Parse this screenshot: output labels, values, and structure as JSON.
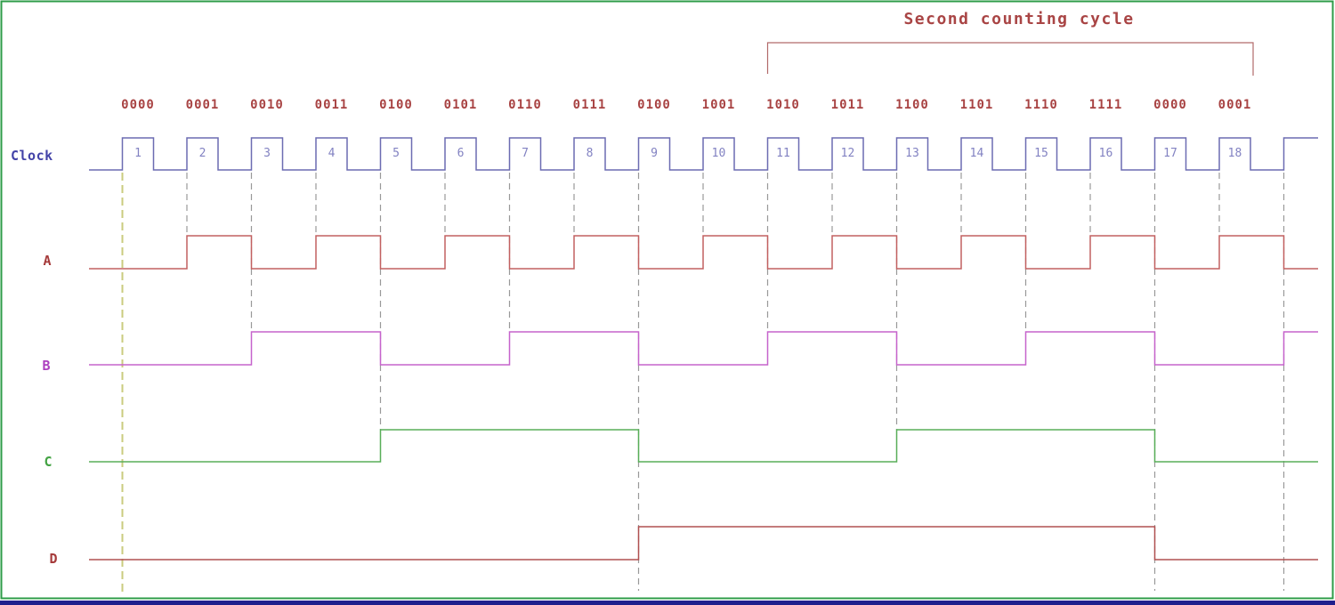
{
  "title": "Second counting cycle",
  "clock": {
    "label": "Clock"
  },
  "binary_labels": [
    "0000",
    "0001",
    "0010",
    "0011",
    "0100",
    "0101",
    "0110",
    "0111",
    "0100",
    "1001",
    "1010",
    "1011",
    "1100",
    "1101",
    "1110",
    "1111",
    "0000",
    "0001"
  ],
  "pulse_numbers": [
    "1",
    "2",
    "3",
    "4",
    "5",
    "6",
    "7",
    "8",
    "9",
    "10",
    "11",
    "12",
    "13",
    "14",
    "15",
    "16",
    "17",
    "18"
  ],
  "bracket": {
    "from_pulse": 11,
    "to_pulse_fall": 18
  },
  "signals": [
    {
      "name": "A",
      "line_color": "#C26060",
      "label_color": "#A53A3A",
      "high_pulses": [
        [
          2,
          3
        ],
        [
          4,
          5
        ],
        [
          6,
          7
        ],
        [
          8,
          9
        ],
        [
          10,
          11
        ],
        [
          12,
          13
        ],
        [
          14,
          15
        ],
        [
          16,
          17
        ],
        [
          18,
          19
        ]
      ]
    },
    {
      "name": "B",
      "line_color": "#C663CC",
      "label_color": "#AC3FBF",
      "high_pulses": [
        [
          3,
          5
        ],
        [
          7,
          9
        ],
        [
          11,
          13
        ],
        [
          15,
          17
        ],
        [
          19,
          "end"
        ]
      ]
    },
    {
      "name": "C",
      "line_color": "#58AE58",
      "label_color": "#44A344",
      "high_pulses": [
        [
          5,
          9
        ],
        [
          13,
          17
        ]
      ]
    },
    {
      "name": "D",
      "line_color": "#B05050",
      "label_color": "#A53A3A",
      "high_pulses": [
        [
          9,
          17
        ]
      ]
    }
  ],
  "dashed_lines": [
    {
      "pulse": 1,
      "depth": "full",
      "style": "yellow"
    },
    {
      "pulse": 2,
      "depth": "A",
      "style": "gray"
    },
    {
      "pulse": 3,
      "depth": "B",
      "style": "gray"
    },
    {
      "pulse": 4,
      "depth": "A",
      "style": "gray"
    },
    {
      "pulse": 5,
      "depth": "C",
      "style": "gray"
    },
    {
      "pulse": 6,
      "depth": "A",
      "style": "gray"
    },
    {
      "pulse": 7,
      "depth": "B",
      "style": "gray"
    },
    {
      "pulse": 8,
      "depth": "A",
      "style": "gray"
    },
    {
      "pulse": 9,
      "depth": "full",
      "style": "gray"
    },
    {
      "pulse": 10,
      "depth": "A",
      "style": "gray"
    },
    {
      "pulse": 11,
      "depth": "B",
      "style": "gray"
    },
    {
      "pulse": 12,
      "depth": "A",
      "style": "gray"
    },
    {
      "pulse": 13,
      "depth": "C",
      "style": "gray"
    },
    {
      "pulse": 14,
      "depth": "A",
      "style": "gray"
    },
    {
      "pulse": 15,
      "depth": "B",
      "style": "gray"
    },
    {
      "pulse": 16,
      "depth": "A",
      "style": "gray"
    },
    {
      "pulse": 17,
      "depth": "full",
      "style": "gray"
    },
    {
      "pulse": 18,
      "depth": "A",
      "style": "gray"
    },
    {
      "pulse": 19,
      "depth": "full",
      "style": "gray"
    }
  ],
  "colors": {
    "border": "#2E9C48",
    "bottom_bar": "#1F1F8C",
    "title": "#A94545",
    "bracket": "#B26A6A",
    "binary_label": "#A84343",
    "clock_line": "#6C6CB2",
    "clock_label": "#4343A8",
    "pulse_number": "#8282C2",
    "gray_dash": "#999999",
    "yellow_dash": "#CACB7E"
  }
}
